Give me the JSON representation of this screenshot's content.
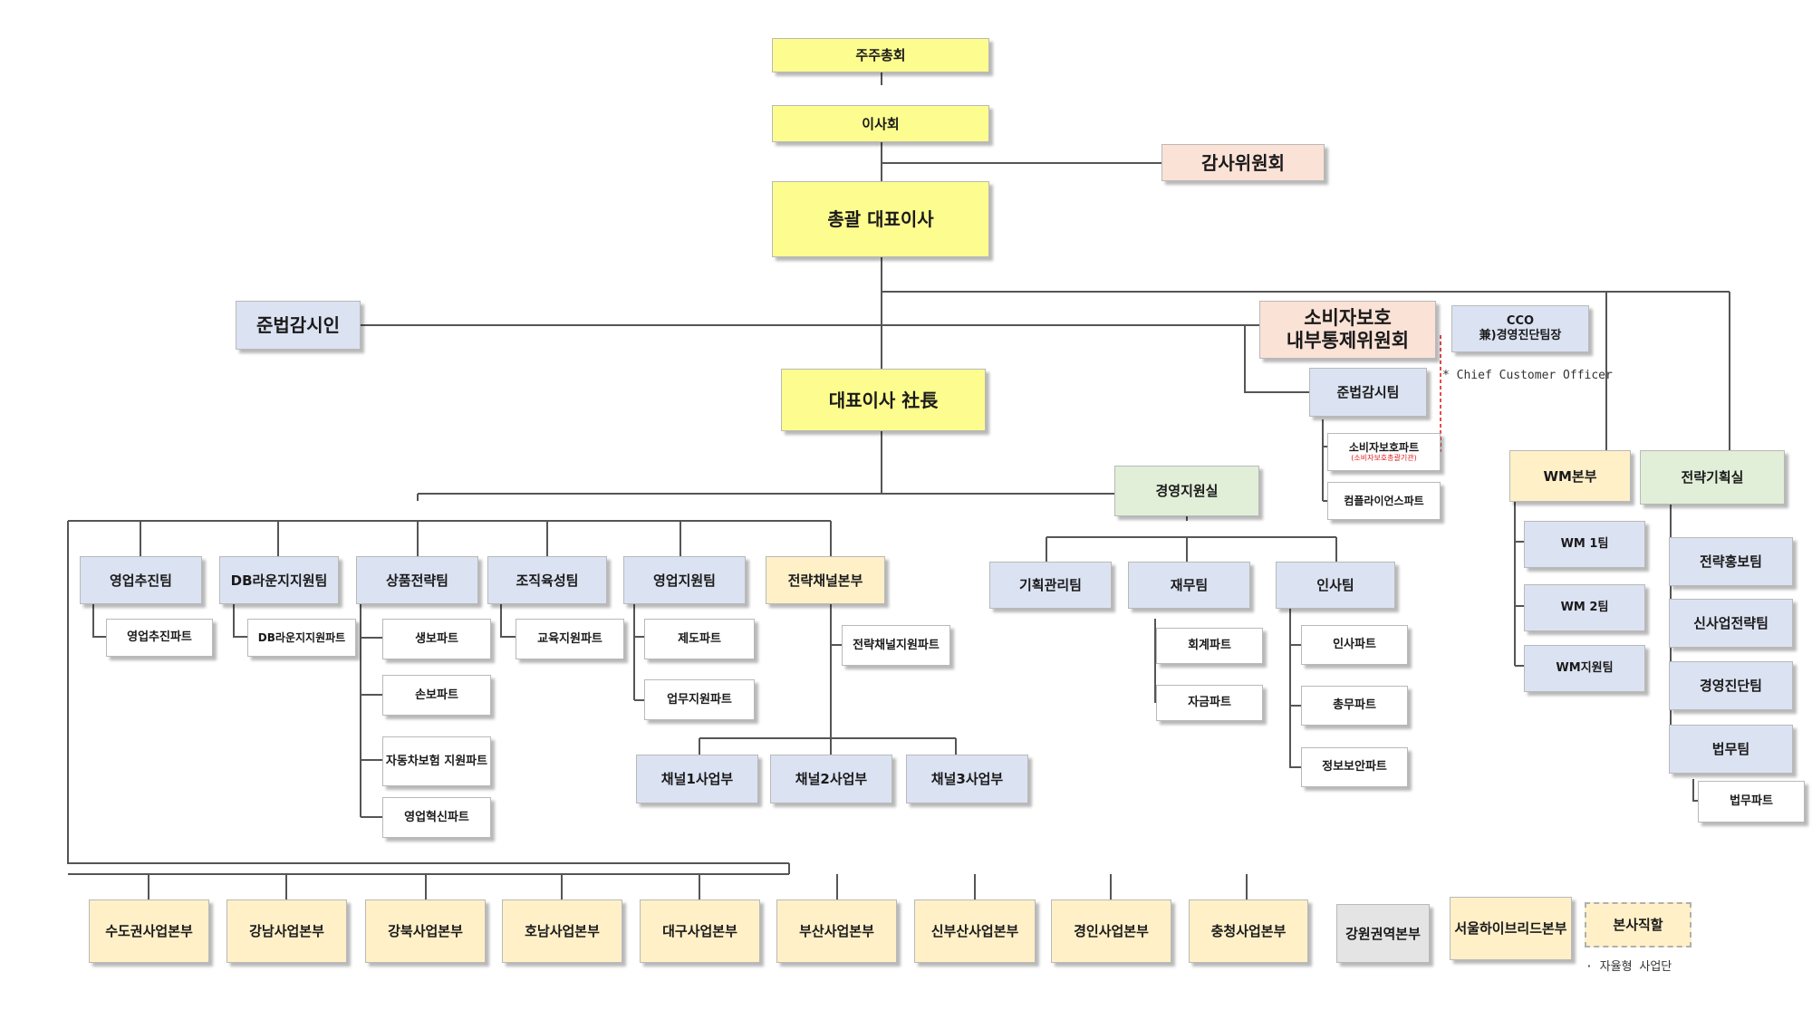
{
  "top": {
    "shareholders": "주주총회",
    "board": "이사회",
    "audit_committee": "감사위원회",
    "ceo_general": "총괄 대표이사",
    "compliance_officer": "준법감시인",
    "consumer_committee_line1": "소비자보호",
    "consumer_committee_line2": "내부통제위원회",
    "cco_line1": "CCO",
    "cco_line2": "兼)경영진단팀장",
    "cco_note": "* Chief Customer Officer",
    "ceo_president": "대표이사 社長"
  },
  "compliance": {
    "team": "준법감시팀",
    "consumer_part": "소비자보호파트",
    "consumer_part_sub": "(소비자보호총괄기관)",
    "compliance_part": "컴플라이언스파트"
  },
  "mgmt_support": {
    "office": "경영지원실",
    "planning": "기획관리팀",
    "finance": "재무팀",
    "finance_parts": [
      "회계파트",
      "자금파트"
    ],
    "hr": "인사팀",
    "hr_parts": [
      "인사파트",
      "총무파트",
      "정보보안파트"
    ]
  },
  "wm": {
    "division": "WM본부",
    "teams": [
      "WM 1팀",
      "WM 2팀",
      "WM지원팀"
    ]
  },
  "strategy": {
    "office": "전략기획실",
    "teams": [
      "전략홍보팀",
      "신사업전략팀",
      "경영진단팀",
      "법무팀"
    ],
    "legal_part": "법무파트"
  },
  "sales": {
    "promo_team": "영업추진팀",
    "promo_part": "영업추진파트",
    "db_team": "DB라운지지원팀",
    "db_part": "DB라운지지원파트",
    "product_team": "상품전략팀",
    "product_parts": [
      "생보파트",
      "손보파트",
      "자동차보험 지원파트",
      "영업혁신파트"
    ],
    "org_team": "조직육성팀",
    "org_part": "교육지원파트",
    "support_team": "영업지원팀",
    "support_parts": [
      "제도파트",
      "업무지원파트"
    ],
    "channel_div": "전략채널본부",
    "channel_support_part": "전략채널지원파트",
    "channel_units": [
      "채널1사업부",
      "채널2사업부",
      "채널3사업부"
    ]
  },
  "regional": {
    "divisions": [
      "수도권사업본부",
      "강남사업본부",
      "강북사업본부",
      "호남사업본부",
      "대구사업본부",
      "부산사업본부",
      "신부산사업본부",
      "경인사업본부",
      "충청사업본부",
      "강원권역본부",
      "서울하이브리드본부",
      "본사직할"
    ],
    "note": "· 자율형 사업단"
  },
  "colors": {
    "yellow": "#fdfc8e",
    "pink": "#fbe2d6",
    "blue": "#dbe2f2",
    "green": "#e1eed8",
    "cream": "#fff0c8",
    "gray": "#e4e4e4",
    "dashed_link": "#e02020"
  }
}
